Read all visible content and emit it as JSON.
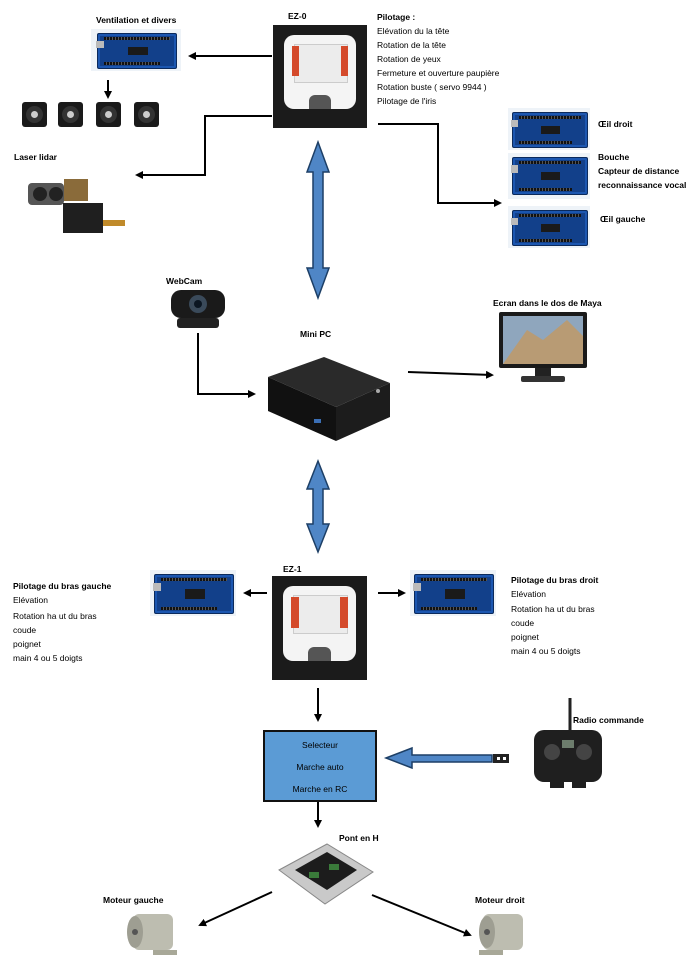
{
  "ventilation": {
    "label": "Ventilation et  divers"
  },
  "ez0": {
    "label": "EZ-0"
  },
  "pilotage": {
    "title": "Pilotage :",
    "items": [
      "Elévation du la tête",
      "Rotation de la tête",
      "Rotation de yeux",
      "Fermeture et ouverture paupière",
      "Rotation buste ( servo 9944 )",
      "Pilotage de l'iris"
    ]
  },
  "eye_right": {
    "label": "Œil droit"
  },
  "mouth": {
    "items": [
      "Bouche",
      "Capteur de distance",
      "reconnaissance vocal"
    ]
  },
  "eye_left": {
    "label": "Œil gauche"
  },
  "laser": {
    "label": "Laser lidar"
  },
  "webcam": {
    "label": "WebCam"
  },
  "minipc": {
    "label": "Mini PC"
  },
  "screen": {
    "label": "Ecran dans le dos de Maya"
  },
  "ez1": {
    "label": "EZ-1"
  },
  "left_arm": {
    "items": [
      "Pilotage du bras gauche",
      "Elévation",
      "Rotation ha ut du bras",
      "coude",
      "poignet",
      "main 4 ou 5 doigts"
    ]
  },
  "right_arm": {
    "items": [
      "Pilotage du bras droit",
      "Elévation",
      "Rotation ha ut du bras",
      "coude",
      "poignet",
      "main 4 ou 5 doigts"
    ]
  },
  "selector": {
    "items": [
      "Selecteur",
      "Marche auto",
      "Marche en RC"
    ]
  },
  "radio": {
    "label": "Radio commande"
  },
  "hbridge": {
    "label": "Pont en H"
  },
  "motor_left": {
    "label": "Moteur gauche"
  },
  "motor_right": {
    "label": "Moteur droit"
  },
  "colors": {
    "arrow_fill": "#4f86c6",
    "selector_fill": "#5b9bd5",
    "line": "#000000"
  }
}
